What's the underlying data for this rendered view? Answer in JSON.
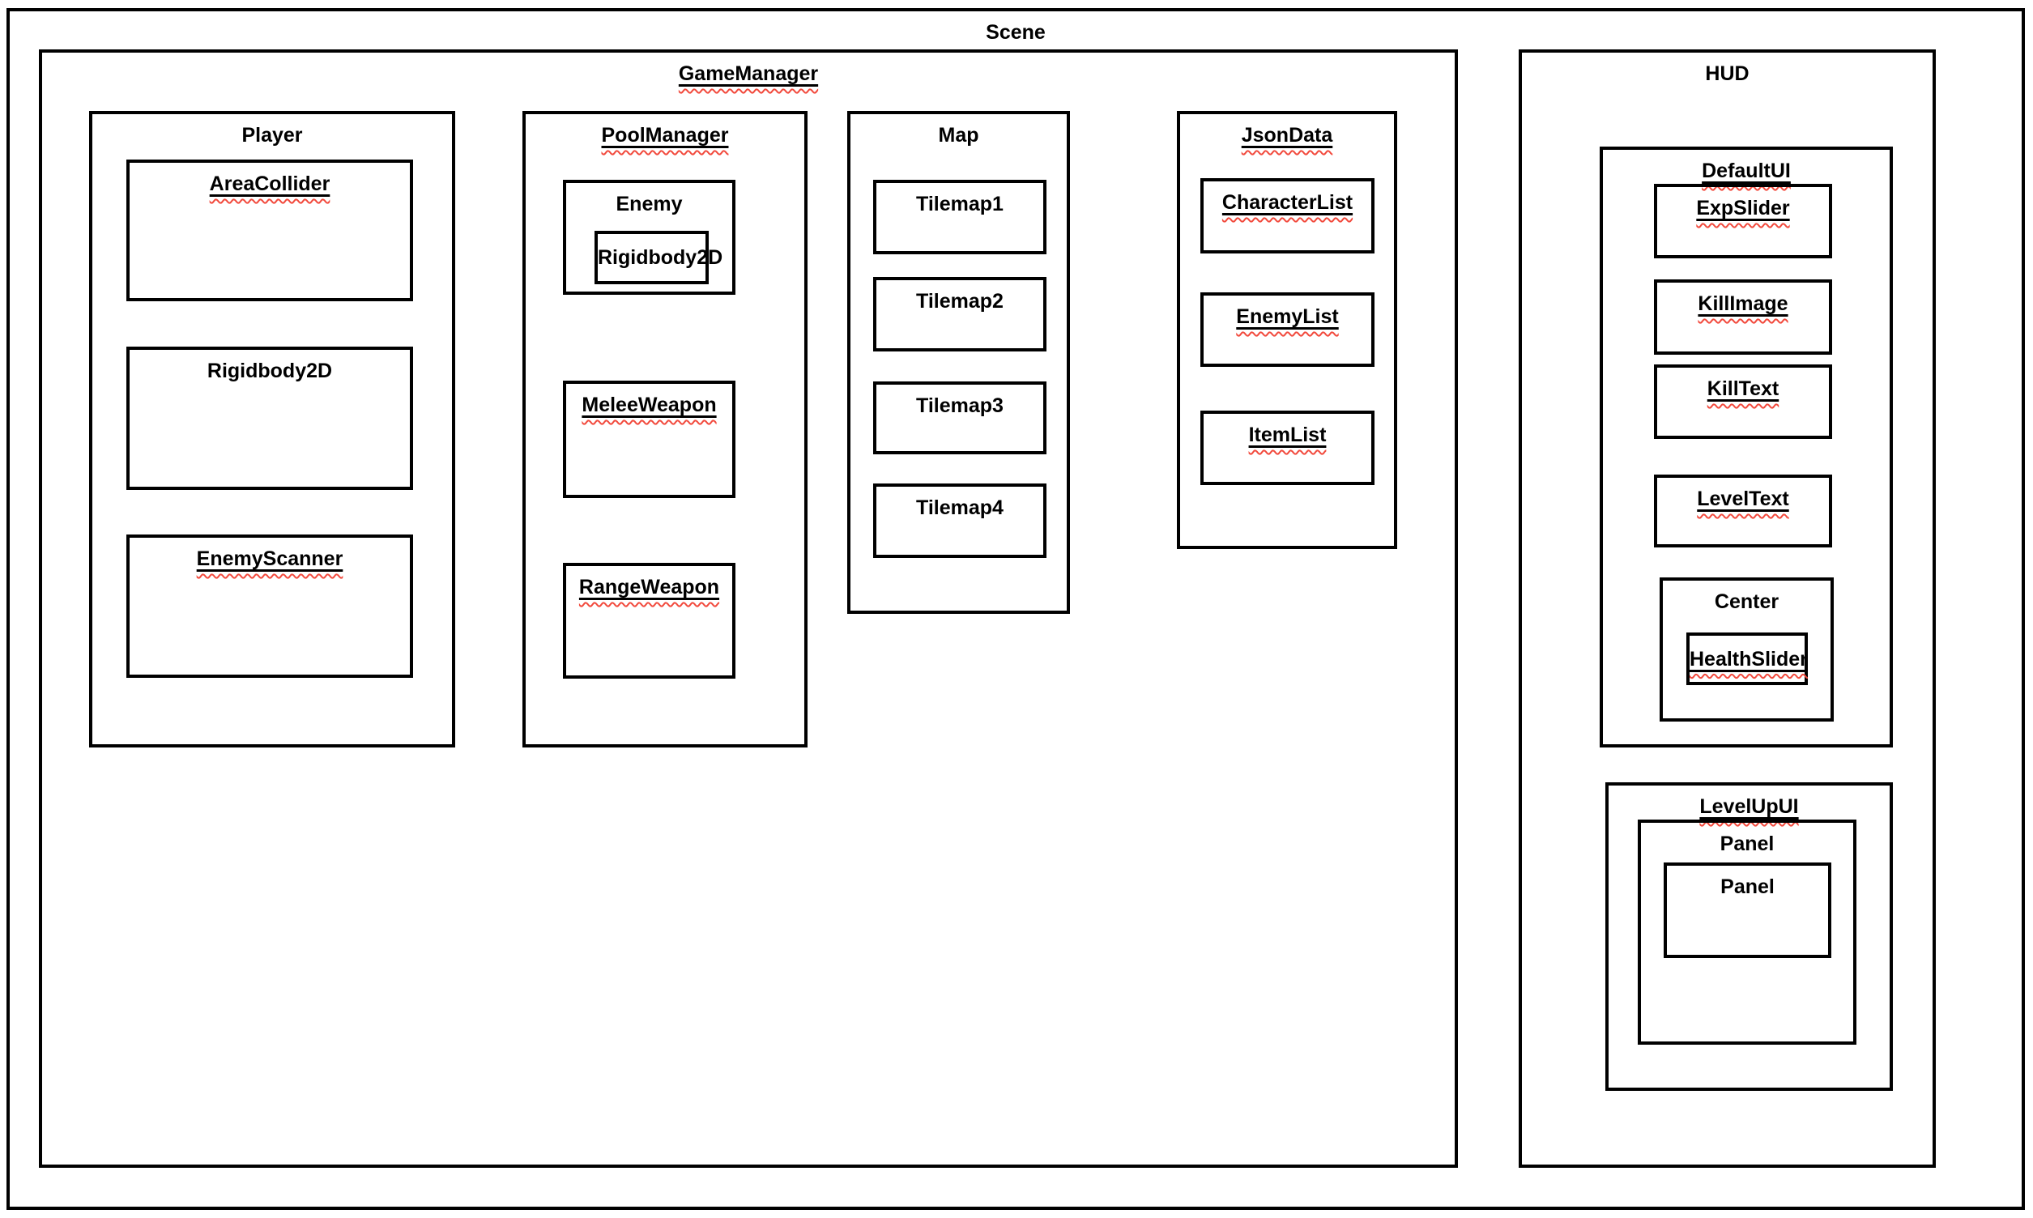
{
  "meta": {
    "colors": {
      "line": "#000000",
      "text": "#000000",
      "spellcheck_squiggle": "#f24a3d",
      "background": "#ffffff"
    }
  },
  "scene": {
    "label": "Scene",
    "spellcheck_underline": false,
    "game_manager": {
      "label": "GameManager",
      "spellcheck_underline": true,
      "player": {
        "label": "Player",
        "spellcheck_underline": false,
        "area_collider": {
          "label": "AreaCollider",
          "spellcheck_underline": true
        },
        "rigidbody2d": {
          "label": "Rigidbody2D",
          "spellcheck_underline": false
        },
        "enemy_scanner": {
          "label": "EnemyScanner",
          "spellcheck_underline": true
        }
      },
      "pool_manager": {
        "label": "PoolManager",
        "spellcheck_underline": true,
        "enemy": {
          "label": "Enemy",
          "spellcheck_underline": false,
          "rigidbody2d": {
            "label": "Rigidbody2D",
            "spellcheck_underline": false
          }
        },
        "melee_weapon": {
          "label": "MeleeWeapon",
          "spellcheck_underline": true
        },
        "range_weapon": {
          "label": "RangeWeapon",
          "spellcheck_underline": true
        }
      },
      "map": {
        "label": "Map",
        "spellcheck_underline": false,
        "tilemap1": {
          "label": "Tilemap1",
          "spellcheck_underline": false
        },
        "tilemap2": {
          "label": "Tilemap2",
          "spellcheck_underline": false
        },
        "tilemap3": {
          "label": "Tilemap3",
          "spellcheck_underline": false
        },
        "tilemap4": {
          "label": "Tilemap4",
          "spellcheck_underline": false
        }
      },
      "json_data": {
        "label": "JsonData",
        "spellcheck_underline": true,
        "character_list": {
          "label": "CharacterList",
          "spellcheck_underline": true
        },
        "enemy_list": {
          "label": "EnemyList",
          "spellcheck_underline": true
        },
        "item_list": {
          "label": "ItemList",
          "spellcheck_underline": true
        }
      }
    },
    "hud": {
      "label": "HUD",
      "spellcheck_underline": false,
      "default_ui": {
        "label": "DefaultUI",
        "spellcheck_underline": true,
        "exp_slider": {
          "label": "ExpSlider",
          "spellcheck_underline": true
        },
        "kill_image": {
          "label": "KillImage",
          "spellcheck_underline": true
        },
        "kill_text": {
          "label": "KillText",
          "spellcheck_underline": true
        },
        "level_text": {
          "label": "LevelText",
          "spellcheck_underline": true
        },
        "center": {
          "label": "Center",
          "spellcheck_underline": false,
          "health_slider": {
            "label": "HealthSlider",
            "spellcheck_underline": true
          }
        }
      },
      "level_up_ui": {
        "label": "LevelUpUI",
        "spellcheck_underline": true,
        "panel": {
          "label": "Panel",
          "spellcheck_underline": false,
          "panel": {
            "label": "Panel",
            "spellcheck_underline": false
          }
        }
      }
    }
  }
}
